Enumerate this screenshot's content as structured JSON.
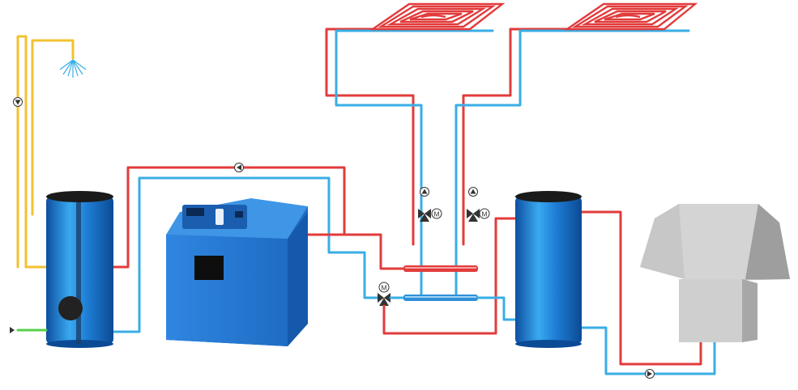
{
  "colors": {
    "supply_hot": "#e23b3b",
    "return_cold": "#39aee4",
    "dhw_line": "#f2c230",
    "cold_water_inlet": "#56d04a",
    "tank_blue": "#1f7fd6",
    "boiler_blue": "#2b7fd8",
    "heat_pump_grey": "#c9c9c9"
  },
  "icons": {
    "pump": "pump-icon",
    "mixing_valve": "three-way-mixing-valve-icon",
    "motor_label": "M",
    "shower": "shower-head-icon",
    "underfloor": "underfloor-heating-loop-icon",
    "inlet_arrow": "inlet-arrow-icon"
  },
  "labels": {
    "valve_motor_1": "M",
    "valve_motor_2": "M",
    "valve_motor_3": "M"
  }
}
